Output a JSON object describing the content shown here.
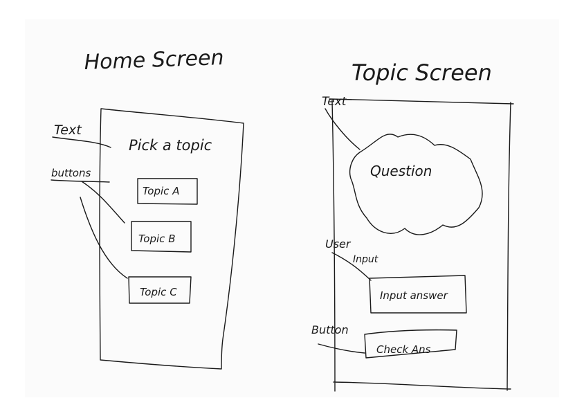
{
  "home": {
    "title": "Home Screen",
    "heading": "Pick a topic",
    "buttons": [
      "Topic A",
      "Topic B",
      "Topic C"
    ],
    "annotations": {
      "text": "Text",
      "buttons": "buttons"
    }
  },
  "topic": {
    "title": "Topic Screen",
    "question": "Question",
    "input_placeholder": "Input answer",
    "check_button": "Check Ans",
    "annotations": {
      "text": "Text",
      "user": "User",
      "input": "Input",
      "button": "Button"
    }
  }
}
